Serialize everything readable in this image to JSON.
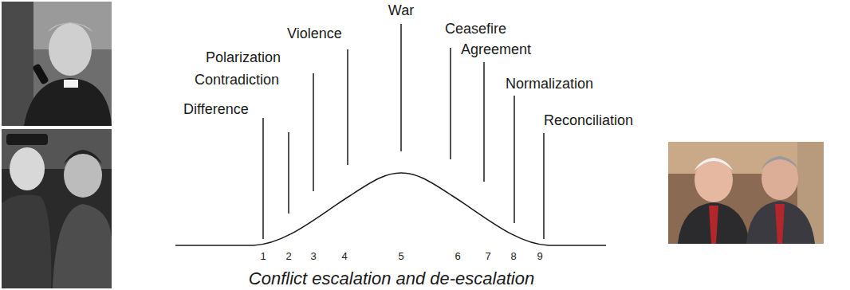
{
  "diagram": {
    "caption": "Conflict escalation and de-escalation",
    "labels": [
      "Difference",
      "Contradiction",
      "Polarization",
      "Violence",
      "War",
      "Ceasefire",
      "Agreement",
      "Normalization",
      "Reconciliation",
      "1",
      "2",
      "3",
      "4",
      "5",
      "6",
      "7",
      "8",
      "9"
    ]
  }
}
